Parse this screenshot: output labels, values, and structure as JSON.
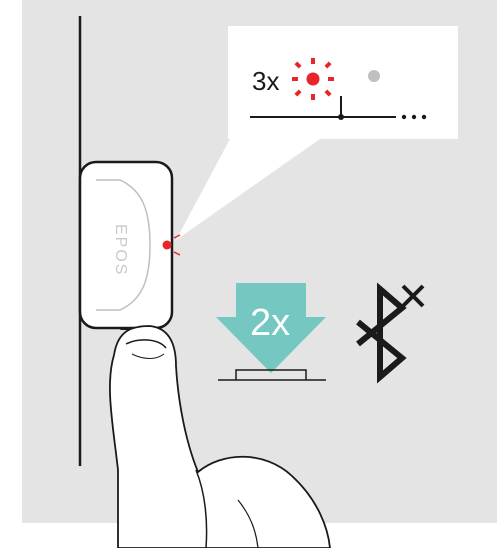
{
  "illustration": {
    "blink_label": "3x",
    "press_label": "2x",
    "device_brand": "EPOS",
    "colors": {
      "background": "#e4e4e5",
      "callout": "#ffffff",
      "led_red": "#e8262a",
      "led_off": "#c0c0c0",
      "arrow_teal": "#75c7c1",
      "device": "#ffffff",
      "outline": "#1a1a1a"
    },
    "icons": {
      "led": "red-blinking-led-icon",
      "arrow": "press-down-arrow-icon",
      "bluetooth": "bluetooth-disconnected-icon"
    }
  }
}
